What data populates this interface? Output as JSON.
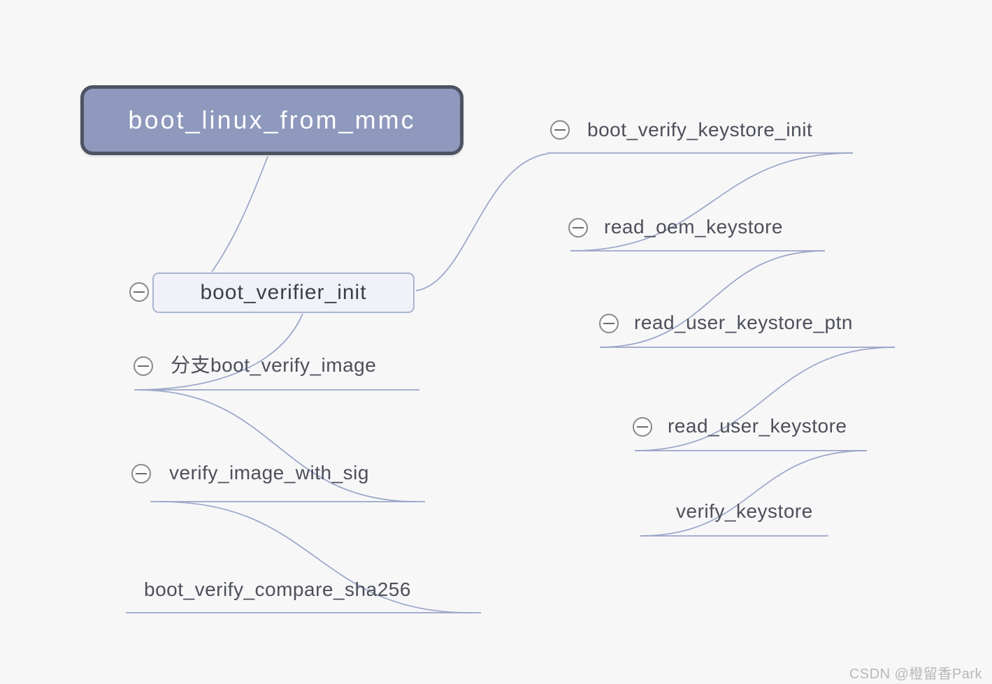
{
  "map": {
    "root": "boot_linux_from_mmc",
    "center": "boot_verifier_init",
    "right_chain": [
      "boot_verify_keystore_init",
      "read_oem_keystore",
      "read_user_keystore_ptn",
      "read_user_keystore",
      "verify_keystore"
    ],
    "left_chain": [
      "分支boot_verify_image",
      "verify_image_with_sig",
      "boot_verify_compare_sha256"
    ]
  },
  "icons": {
    "collapse": "minus-circle"
  },
  "colors": {
    "background": "#f7f7f8",
    "wire": "#9aa6c8",
    "root_fill": "#8e99bd",
    "root_border": "#4e5362",
    "center_fill": "#f1f2f7",
    "center_border": "#aab4d0",
    "topic_text": "#4d4f5a",
    "watermark_text": "#b8b8b8"
  },
  "watermark": "CSDN @橙留香Park"
}
